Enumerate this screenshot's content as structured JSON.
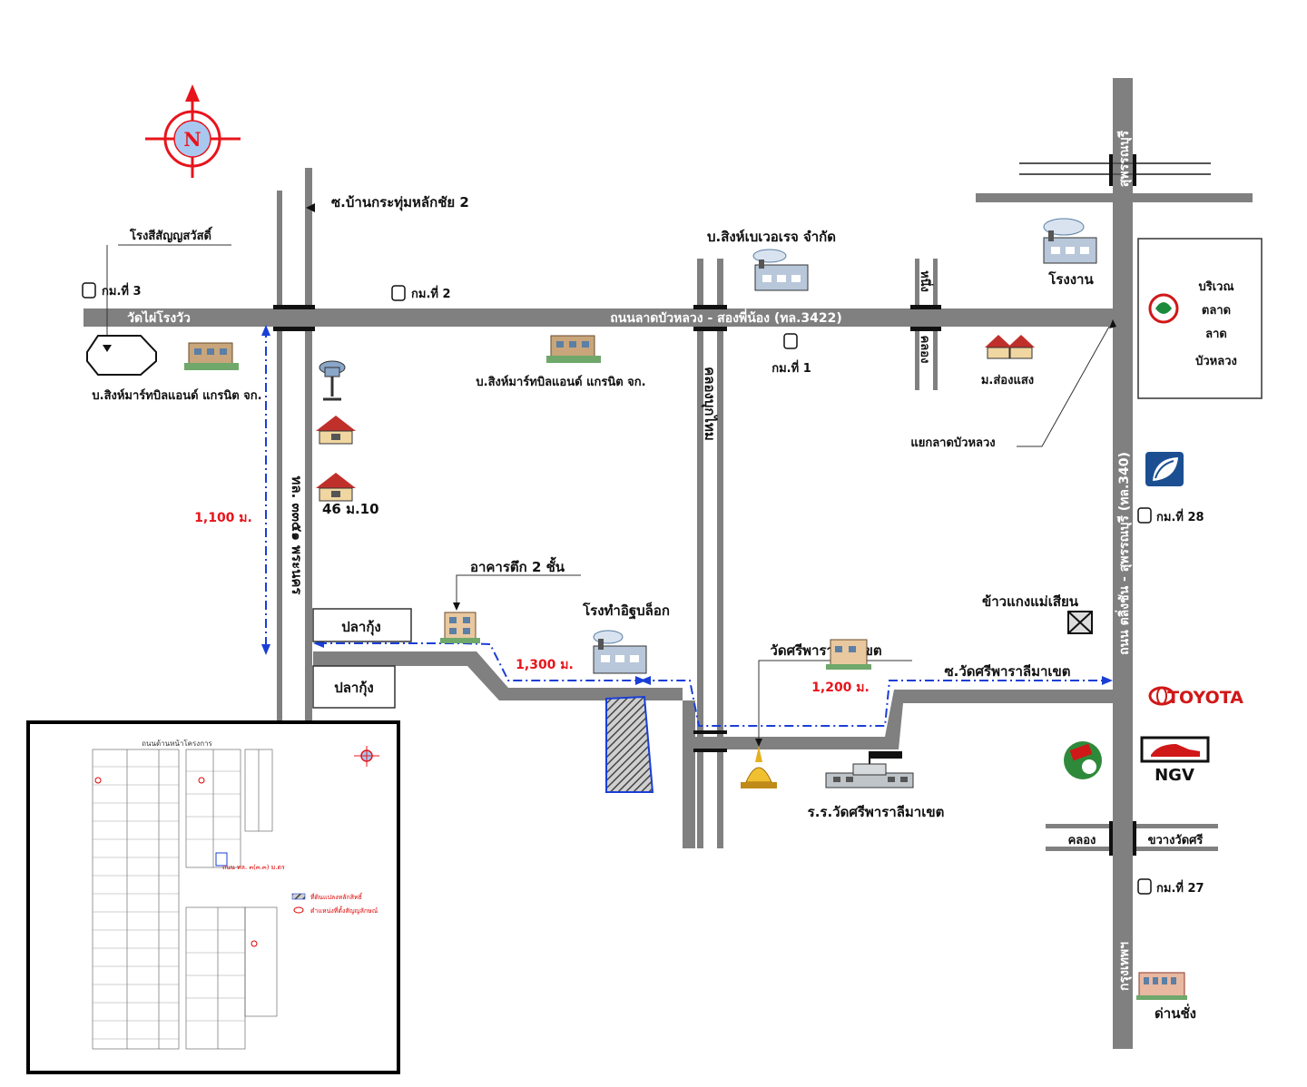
{
  "compass": {
    "letter": "N"
  },
  "roads": {
    "main_road": "ถนนลาดบัวหลวง - สองพี่น้อง (ทล.3422)",
    "right_highway_top": "สุพรรณบุรี",
    "right_highway_mid": "ถนน ตลิ่งชัน - สุพรรณบุรี (ทล.340)",
    "right_highway_bottom": "กรุงเทพฯ",
    "left_road_vertical": "ทล. ๓๓๕๑ พระนคร",
    "canal_vertical": "คลองบุกไทม",
    "canal_small_vertical_top": "คลอง",
    "canal_small_vertical_bottom": "หนึ่ง",
    "soi_wat_sri": "ซ.วัดศรีพาราลีมาเขต",
    "soi_top_left": "ซ.บ้านกระทุ่มหลักชัย 2",
    "wat_mai": "วัดไผ่โรงวัว",
    "canal_bottom_right": "คลอง",
    "khwang_wat_sri": "ขวางวัดศรี"
  },
  "landmarks": {
    "factory_top_left": "โรงสีสัญญสวัสดิ์",
    "km3": "กม.ที่ 3",
    "km2": "กม.ที่ 2",
    "km1": "กม.ที่ 1",
    "km28": "กม.ที่ 28",
    "km27": "กม.ที่ 27",
    "singha_left": "บ.สิงห์มาร์ทบิลแอนด์ แกรนิต จก.",
    "singha_center": "บ.สิงห์มาร์ทบิลแอนด์ แกรนิต จก.",
    "singha_beverage": "บ.สิงห์เบเวอเรจ จำกัด",
    "factory_right": "โรงงาน",
    "market": [
      "บริเวณ",
      "ตลาด",
      "ลาด",
      "บัวหลวง"
    ],
    "village": "ม.ส่องแสง",
    "junction": "แยกลาดบัวหลวง",
    "house46": "46 ม.10",
    "building2floor": "อาคารตึก 2 ชั้น",
    "brick_factory": "โรงทำอิฐบล็อก",
    "wat_sri": "วัดศรีพาราลีมาเขต",
    "school": "ร.ร.วัดศรีพาราลีมาเขต",
    "restaurant": "ข้าวแกงแม่เสียน",
    "toyota": "TOYOTA",
    "ngv": "NGV",
    "checkpoint": "ด่านชั่ง",
    "pla_kung_1": "ปลากุ้ง",
    "pla_kung_2": "ปลากุ้ง"
  },
  "distances": {
    "d1100": "1,100 ม.",
    "d1300": "1,300 ม.",
    "d1200": "1,200 ม."
  },
  "inset": {
    "title": "ถนนด้านหน้าโครงการ",
    "label_road": "ถนน ทล. ๓(๓.๓) ม.ดร",
    "legend_1": "ที่ดินแปลงหลักสิทธิ์",
    "legend_2": "ตำแหน่งที่ตั้งสัญญลักษณ์"
  },
  "colors": {
    "road": "#808080",
    "route": "#1a3fd6",
    "distance": "#e8141c",
    "compass": "#e8141c",
    "compass_fill": "#a9c8f0"
  }
}
